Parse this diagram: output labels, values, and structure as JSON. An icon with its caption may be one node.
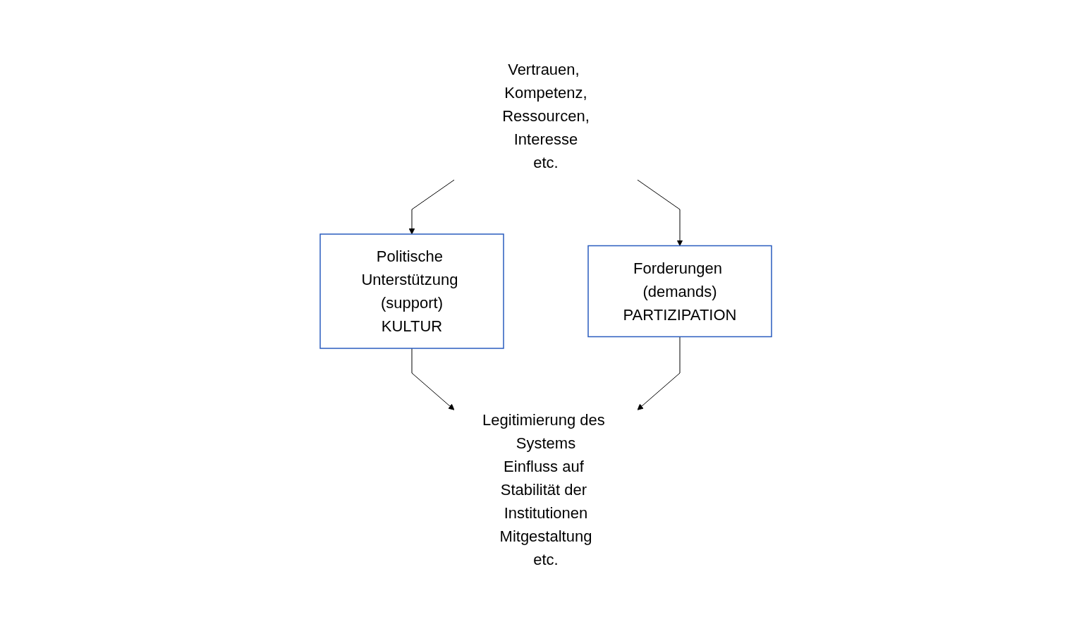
{
  "diagram": {
    "nodes": [
      {
        "text": [
          "Vertrauen, Kompetenz,",
          "Ressourcen,",
          "Interesse",
          "etc."
        ]
      },
      {
        "text": [
          "Politische Unterstützung (support)",
          "KULTUR"
        ]
      },
      {
        "text": [
          "Forderungen (demands)",
          "PARTIZIPATION"
        ]
      },
      {
        "text": [
          "Legitimierung des Systems",
          "Einfluss auf Stabilität der Institutionen",
          "Mitgestaltung",
          "etc."
        ]
      }
    ],
    "edges": [
      {
        "from": 0,
        "to": 1,
        "arrow": "to"
      },
      {
        "from": 0,
        "to": 2,
        "arrow": "to"
      },
      {
        "from": 1,
        "to": 3,
        "arrow": "to"
      },
      {
        "from": 2,
        "to": 3,
        "arrow": "to"
      }
    ]
  }
}
